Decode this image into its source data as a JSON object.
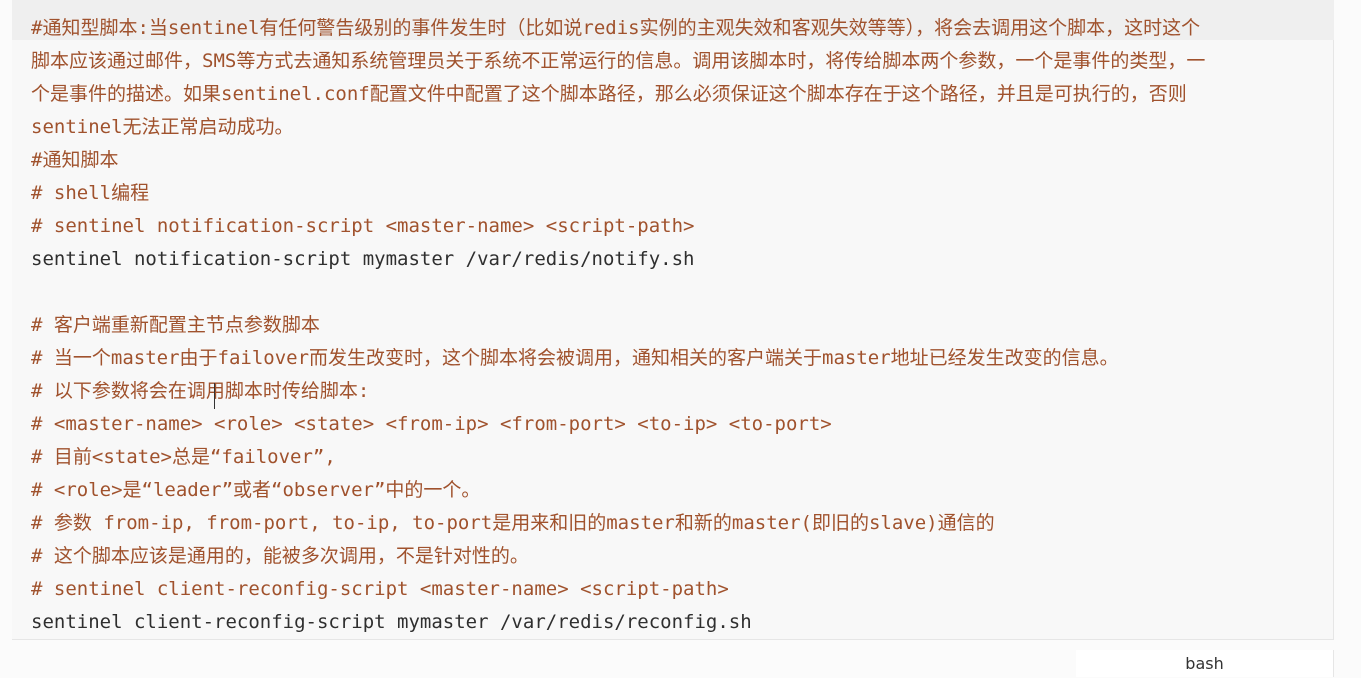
{
  "code": {
    "language": "bash",
    "lines": [
      "#通知型脚本:当sentinel有任何警告级别的事件发生时（比如说redis实例的主观失效和客观失效等等），将会去调用这个脚本，这时这个",
      "脚本应该通过邮件，SMS等方式去通知系统管理员关于系统不正常运行的信息。调用该脚本时，将传给脚本两个参数，一个是事件的类型，一",
      "个是事件的描述。如果sentinel.conf配置文件中配置了这个脚本路径，那么必须保证这个脚本存在于这个路径，并且是可执行的，否则",
      "sentinel无法正常启动成功。",
      "#通知脚本",
      "# shell编程",
      "# sentinel notification-script <master-name> <script-path>",
      "sentinel notification-script mymaster /var/redis/notify.sh",
      "",
      "# 客户端重新配置主节点参数脚本",
      "# 当一个master由于failover而发生改变时，这个脚本将会被调用，通知相关的客户端关于master地址已经发生改变的信息。",
      "# 以下参数将会在调用脚本时传给脚本:",
      "# <master-name> <role> <state> <from-ip> <from-port> <to-ip> <to-port>",
      "# 目前<state>总是“failover”,",
      "# <role>是“leader”或者“observer”中的一个。",
      "# 参数 from-ip, from-port, to-ip, to-port是用来和旧的master和新的master(即旧的slave)通信的",
      "# 这个脚本应该是通用的，能被多次调用，不是针对性的。",
      "# sentinel client-reconfig-script <master-name> <script-path>",
      "sentinel client-reconfig-script mymaster /var/redis/reconfig.sh"
    ]
  }
}
